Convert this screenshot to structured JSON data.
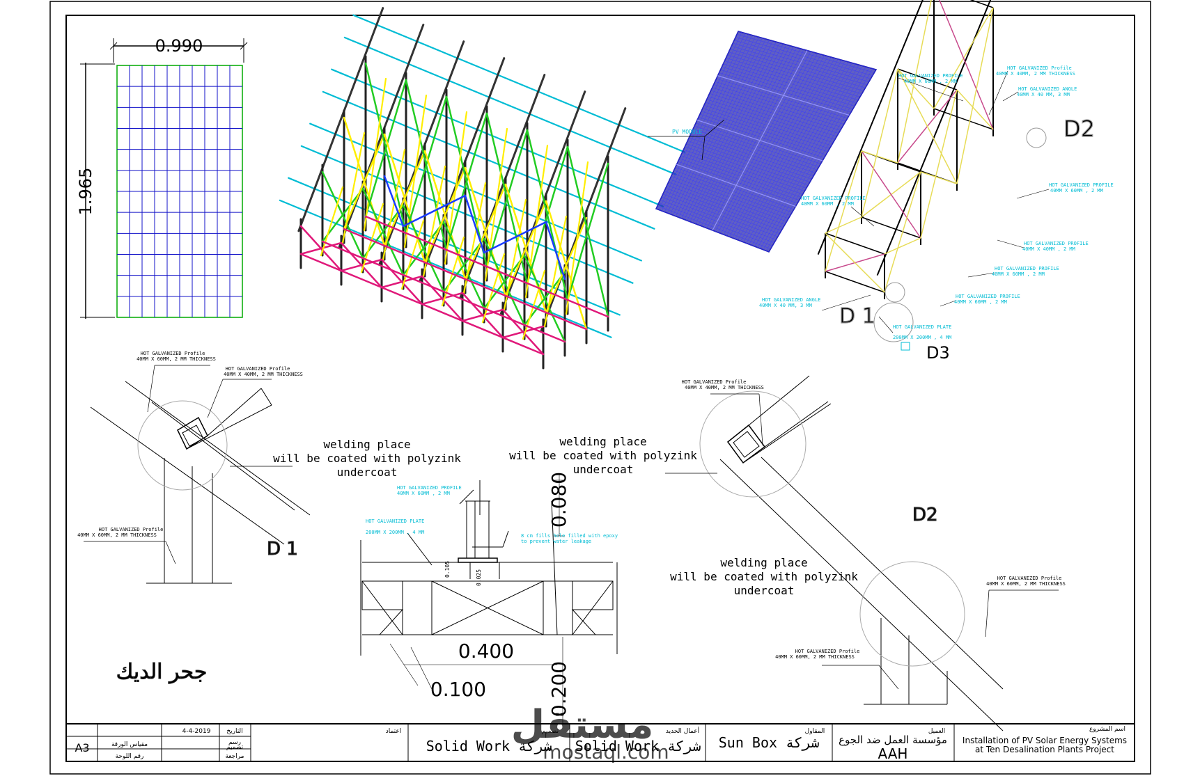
{
  "module": {
    "width": "0.990",
    "height": "1.965"
  },
  "pv_view": {
    "pv_module": "PV MODULE"
  },
  "frame_view": {
    "profile_top": [
      "HOT GALVANIZED PROFILE",
      "40MM X 60MM , 2 MM"
    ],
    "profile_top2": [
      "HOT GALVANIZED Profile",
      "40MM X 40MM, 2 MM THICKNESS"
    ],
    "angle_top": [
      "HOT GALVANIZED ANGLE",
      "40MM X 40 MM, 3 MM"
    ],
    "profile_right1": [
      "HOT GALVANIZED PROFILE",
      "40MM X 60MM , 2 MM"
    ],
    "profile_left": [
      "HOT GALVANIZED PROFILE",
      "40MM X 60MM , 2 MM"
    ],
    "profile_right2": [
      "HOT GALVANIZED PROFILE",
      "40MM X 40MM , 2 MM"
    ],
    "profile_right3": [
      "HOT GALVANIZED PROFILE",
      "40MM X 60MM , 2 MM"
    ],
    "profile_right4": [
      "HOT GALVANIZED PROFILE",
      "40MM X 60MM , 2 MM"
    ],
    "angle_bottom": [
      "HOT GALVANIZED ANGLE",
      "40MM X 40 MM, 3 MM"
    ],
    "plate": [
      "HOT GALVANIZED PLATE",
      "200MM X 200MM , 4 MM"
    ],
    "d1": "D 1",
    "d2": "D2",
    "d3": "D3"
  },
  "detail_d1": {
    "label": "D 1",
    "profile1": [
      "HOT GALVANIZED Profile",
      "40MM X 60MM, 2 MM THICKNESS"
    ],
    "profile2": [
      "HOT GALVANIZED Profile",
      "40MM X 40MM, 2 MM THICKNESS"
    ],
    "profile3": [
      "HOT GALVANIZED Profile",
      "40MM X 60MM, 2 MM THICKNESS"
    ],
    "welding": [
      "welding place",
      "will be coated with polyzink",
      "undercoat"
    ]
  },
  "detail_d3": {
    "profile": [
      "HOT GALVANIZED PROFILE",
      "40MM X 60MM , 2 MM"
    ],
    "plate": [
      "HOT GALVANIZED PLATE",
      "200MM X 200MM , 4 MM"
    ],
    "holes": [
      "8 cm fills hole filled with epoxy",
      "to prevent water leakage"
    ],
    "welding": [
      "welding place",
      "will be coated with polyzink",
      "undercoat"
    ],
    "dim_080": "0.080",
    "dim_400": "0.400",
    "dim_100": "0.100",
    "dim_200": "0.200",
    "dim_105": "0.105",
    "dim_025": "0.025"
  },
  "detail_d2": {
    "label": "D2",
    "profile1": [
      "HOT GALVANIZED Profile",
      "40MM X 40MM, 2 MM THICKNESS"
    ],
    "profile2": [
      "HOT GALVANIZED Profile",
      "40MM X 60MM, 2 MM THICKNESS"
    ],
    "profile3": [
      "HOT GALVANIZED Profile",
      "40MM X 60MM, 2 MM THICKNESS"
    ],
    "welding": [
      "welding place",
      "will be coated with polyzink",
      "undercoat"
    ]
  },
  "arabic_title": "جحر الديك",
  "title_block": {
    "date_label": "التاريخ",
    "date_value": "4-4-2019",
    "drawn_label": "رسم",
    "design_label": "تصميم",
    "paper_label": "مقياس الورقة",
    "paper_value": "A3",
    "sheet_label": "رقم اللوحة",
    "review_label": "مراجعة",
    "approval_label": "اعتماد",
    "design_header": "تصميم",
    "design_value": "Solid  Work  شركة",
    "civil_header": "أعمال الحديد",
    "civil_value": "Solid  Work  شركة",
    "contractor_header": "المقاول",
    "contractor_value": "Sun  Box  شركة",
    "client_header": "العميل",
    "client_value": "مؤسسة العمل ضد الجوع",
    "client_abbr": "AAH",
    "project_header": "اسم المشروع",
    "project_line1": "Installation of PV Solar Energy Systems",
    "project_line2": "at Ten Desalination Plants Project"
  },
  "watermark": {
    "arabic": "مستقل",
    "latin": "mostaql.com"
  },
  "colors": {
    "cyan": "#00bcd4",
    "yellow": "#ffee00",
    "magenta": "#e0197a",
    "green": "#22cc22",
    "blue": "#1a3cff",
    "panel": "#2a2ab0",
    "module_grid": "#1010c8",
    "module_border": "#00aa00"
  }
}
